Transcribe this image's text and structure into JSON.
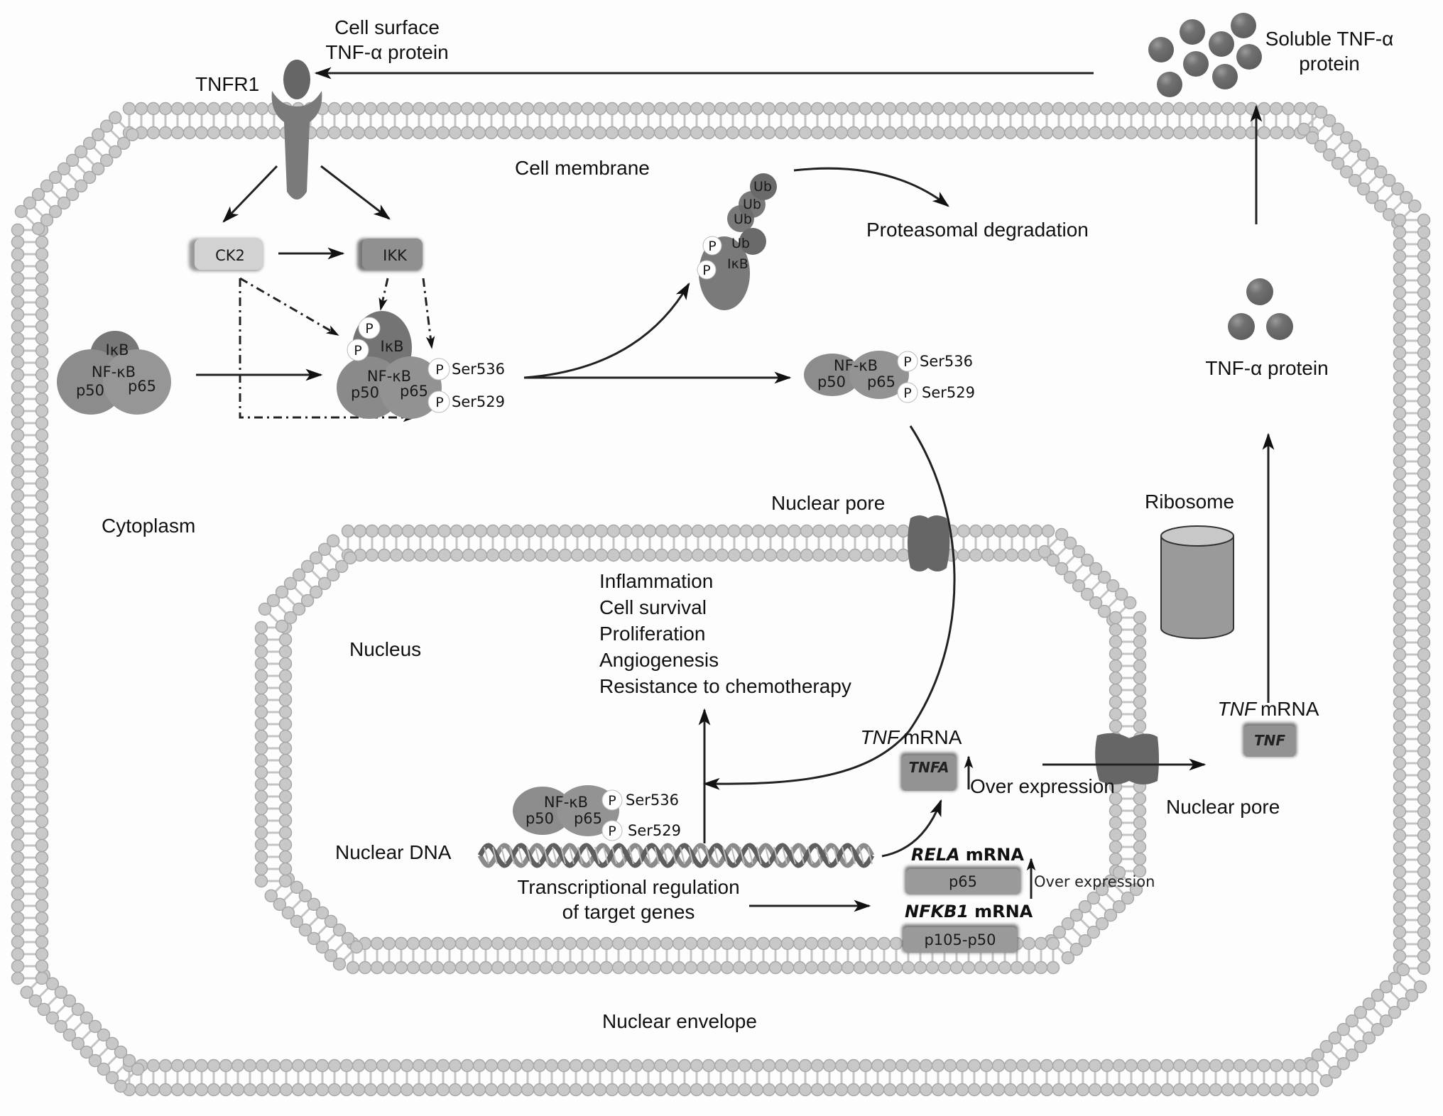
{
  "labels": {
    "cell_surface_line1": "Cell surface",
    "cell_surface_line2": "TNF-α protein",
    "tnfr1": "TNFR1",
    "soluble_line1": "Soluble TNF-α",
    "soluble_line2": "protein",
    "cell_membrane": "Cell membrane",
    "proteasomal_degradation": "Proteasomal degradation",
    "tnf_alpha_protein": "TNF-α protein",
    "cytoplasm": "Cytoplasm",
    "nuclear_pore_top": "Nuclear pore",
    "ribosome": "Ribosome",
    "nucleus": "Nucleus",
    "nuclear_dna": "Nuclear DNA",
    "transcription_line1": "Transcriptional regulation",
    "transcription_line2": "of target genes",
    "nuclear_envelope": "Nuclear envelope",
    "nuclear_pore_right": "Nuclear pore"
  },
  "outcomes": [
    "Inflammation",
    "Cell survival",
    "Proliferation",
    "Angiogenesis",
    "Resistance to chemotherapy"
  ],
  "kinases": {
    "ck2": "CK2",
    "ikk": "IKK"
  },
  "molecules": {
    "ikb": "IκB",
    "nfkb": "NF-κB",
    "p50": "p50",
    "p65": "p65",
    "phospho": "P",
    "ub": "Ub",
    "ser536": "Ser536",
    "ser529": "Ser529"
  },
  "mrna": {
    "tnf_gene": "TNF",
    "mrna_word": "mRNA",
    "tnfa_box": "TNFA",
    "tnf_box": "TNF",
    "over_expression": "Over expression",
    "rela_gene": "RELA",
    "rela_box": "p65",
    "nfkb1_gene": "NFKB1",
    "nfkb1_box": "p105-p50",
    "over_expression_small": "Over expression"
  },
  "colors": {
    "protein_dark": "#6e6e6e",
    "protein_mid": "#8a8a8a",
    "membrane_head": "#c8c8c8",
    "membrane_edge": "#a8a8a8",
    "ck2_fill": "#cfcfcf",
    "ikk_fill": "#8f8f8f"
  }
}
